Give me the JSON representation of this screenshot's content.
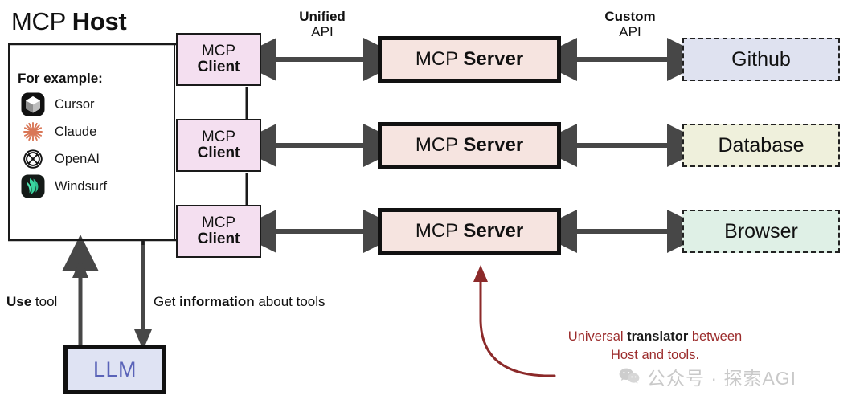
{
  "diagram": {
    "title_regular": "MCP ",
    "title_bold": "Host",
    "host": {
      "for_example_label": "For example:",
      "examples": [
        {
          "icon": "cursor-icon",
          "label": "Cursor"
        },
        {
          "icon": "claude-icon",
          "label": "Claude"
        },
        {
          "icon": "openai-icon",
          "label": "OpenAI"
        },
        {
          "icon": "windsurf-icon",
          "label": "Windsurf"
        }
      ]
    },
    "clients": [
      {
        "line1": "MCP",
        "line2": "Client"
      },
      {
        "line1": "MCP",
        "line2": "Client"
      },
      {
        "line1": "MCP",
        "line2": "Client"
      }
    ],
    "servers": [
      {
        "regular": "MCP ",
        "bold": "Server"
      },
      {
        "regular": "MCP ",
        "bold": "Server"
      },
      {
        "regular": "MCP ",
        "bold": "Server"
      }
    ],
    "externals": [
      {
        "label": "Github",
        "color": "#dfe2f0"
      },
      {
        "label": "Database",
        "color": "#eff0dc"
      },
      {
        "label": "Browser",
        "color": "#dff0e6"
      }
    ],
    "api_labels": [
      {
        "bold_word": "Unified",
        "plain_word": "API"
      },
      {
        "bold_word": "Custom",
        "plain_word": "API"
      }
    ],
    "bottom_captions": {
      "use_tool": {
        "bold": "Use",
        "plain": " tool"
      },
      "get_info": {
        "pre": "Get ",
        "bold": "information",
        "post": " about tools"
      }
    },
    "llm": {
      "label": "LLM"
    },
    "annotation": {
      "line1_pre": "Universal ",
      "line1_bold": "translator",
      "line1_post": " between",
      "line2": "Host and tools."
    },
    "watermark": {
      "icon": "wechat-icon",
      "text": "公众号 · 探索AGI"
    },
    "colors": {
      "client_fill": "#f4dff0",
      "server_fill": "#f6e4e0",
      "llm_fill": "#dfe3f3",
      "llm_text": "#5a63b8",
      "arrow": "#474747",
      "annotation": "#9b2b2b",
      "outline": "#1a1a1a"
    }
  }
}
